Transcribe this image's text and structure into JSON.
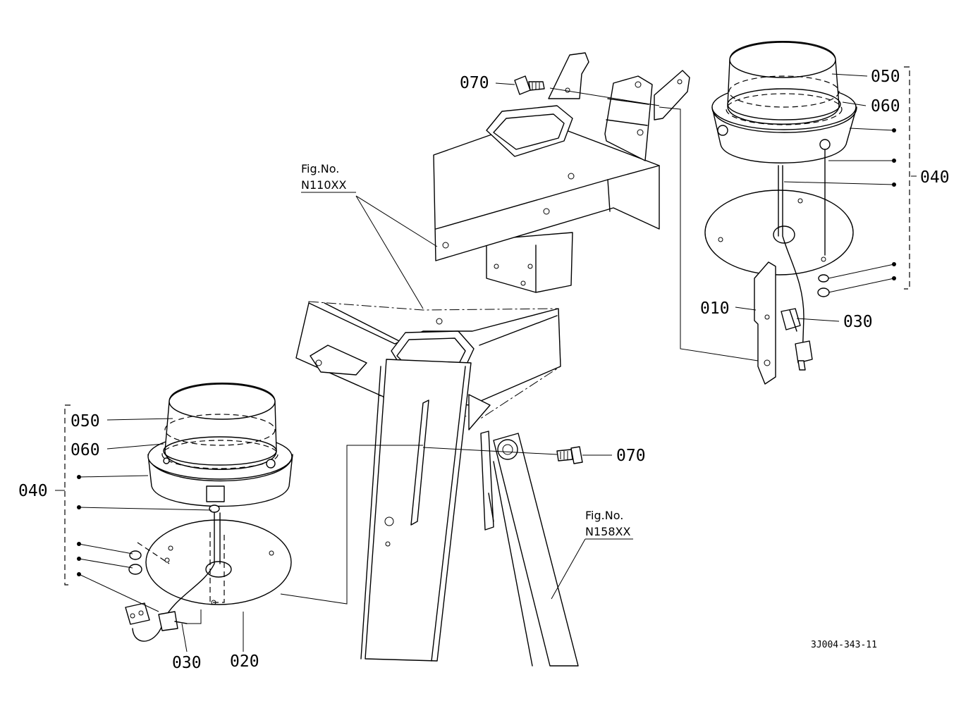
{
  "diagram": {
    "drawing_code": "3J004-343-11",
    "figure_refs": [
      {
        "line1": "Fig.No.",
        "line2": "N110XX"
      },
      {
        "line1": "Fig.No.",
        "line2": "N158XX"
      }
    ],
    "part_labels": {
      "p010": "010",
      "p020": "020",
      "p030": "030",
      "p040": "040",
      "p050": "050",
      "p060": "060",
      "p070": "070"
    }
  }
}
